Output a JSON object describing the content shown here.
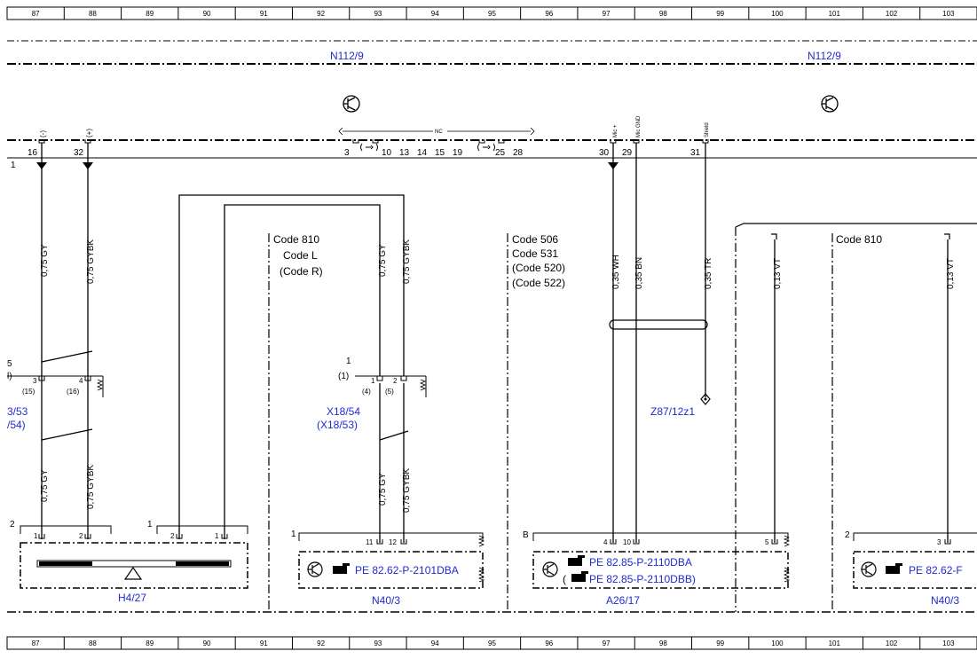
{
  "ruler": [
    "87",
    "88",
    "89",
    "90",
    "91",
    "92",
    "93",
    "94",
    "95",
    "96",
    "97",
    "98",
    "99",
    "100",
    "101",
    "102",
    "103"
  ],
  "components": {
    "control_unit_left": "N112/9",
    "control_unit_right": "N112/9",
    "row_label": "1",
    "h427": "H4/27",
    "n403_a": "N40/3",
    "a2617": "A26/17",
    "n403_b": "N40/3",
    "z87": "Z87/12z1",
    "x1854": "X18/54",
    "x1853_paren": "(X18/53)",
    "x1853_left_partial": "3/53",
    "x1854_left_partial": "/54)",
    "left_conn_num": "5",
    "left_conn_paren": "l)",
    "mid_conn_num": "1",
    "mid_conn_paren": "(1)"
  },
  "pins_top": {
    "p16": "16",
    "p32": "32",
    "p3": "3",
    "p10": "10",
    "p13": "13",
    "p14": "14",
    "p15": "15",
    "p19": "19",
    "p25": "25",
    "p28": "28",
    "p30": "30",
    "p29": "29",
    "p31": "31"
  },
  "pin_tags": {
    "minus": "(-)",
    "plus": "(+)",
    "nc": "NC",
    "mic_plus": "Mic +",
    "mic_gnd": "Mic GND",
    "shield": "Shield"
  },
  "wires": {
    "w1": "0,75 GY",
    "w2": "0,75 GYBK",
    "w3": "0,75 GY",
    "w4": "0,75 GYBK",
    "w5": "0,35 WH",
    "w6": "0,35 BN",
    "w7": "0,35 TR",
    "w8": "0,13 VT",
    "w9": "0,13 VT",
    "w10": "0,75 GY",
    "w11": "0,75 GYBK",
    "w12": "0,75 GY",
    "w13": "0,75 GYBK"
  },
  "codes": {
    "c810a": "Code 810",
    "cL": "Code L",
    "cR": "(Code R)",
    "c506": "Code 506",
    "c531": "Code 531",
    "c520": "(Code 520)",
    "c522": "(Code 522)",
    "c810b": "Code 810"
  },
  "refs": {
    "pe_2101": "PE 82.62-P-2101DBA",
    "pe_2110a": "PE 82.85-P-2110DBA",
    "pe_2110b": "PE 82.85-P-2110DBB)",
    "pe_right": "PE 82.62-F",
    "paren_open": "("
  },
  "connector_pins": {
    "c3": "3",
    "c4": "4",
    "c15": "(15)",
    "c16": "(16)",
    "m1": "1",
    "m2": "2",
    "m4": "(4)",
    "m5": "(5)",
    "h2": "2",
    "h1a": "1",
    "h2b": "2",
    "h1": "1",
    "h1b": "1",
    "h2c": "2",
    "h1c": "1",
    "n1": "1",
    "n11": "11",
    "n12": "12",
    "aB": "B",
    "a4": "4",
    "a10": "10",
    "a5": "5",
    "r2": "2",
    "r3": "3"
  }
}
